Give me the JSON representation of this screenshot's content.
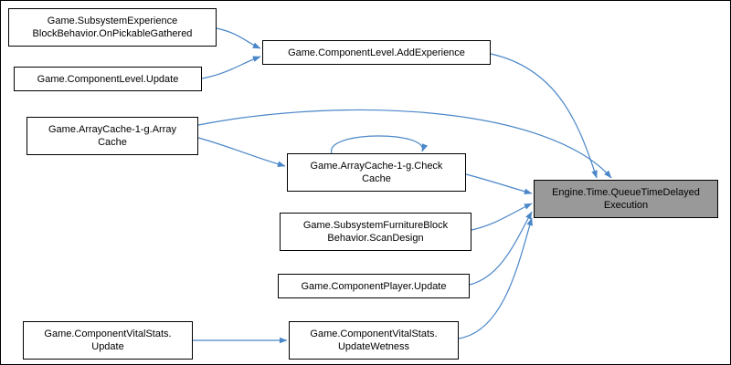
{
  "diagram": {
    "type": "call-graph",
    "nodes": [
      {
        "id": "OnPickableGathered",
        "lines": [
          "Game.SubsystemExperience",
          "BlockBehavior.OnPickableGathered"
        ],
        "highlighted": false
      },
      {
        "id": "ComponentLevelUpdate",
        "lines": [
          "Game.ComponentLevel.Update"
        ],
        "highlighted": false
      },
      {
        "id": "ArrayCache",
        "lines": [
          "Game.ArrayCache-1-g.Array",
          "Cache"
        ],
        "highlighted": false
      },
      {
        "id": "ComponentVitalStatsUpdate",
        "lines": [
          "Game.ComponentVitalStats.",
          "Update"
        ],
        "highlighted": false
      },
      {
        "id": "AddExperience",
        "lines": [
          "Game.ComponentLevel.AddExperience"
        ],
        "highlighted": false
      },
      {
        "id": "CheckCache",
        "lines": [
          "Game.ArrayCache-1-g.Check",
          "Cache"
        ],
        "highlighted": false
      },
      {
        "id": "ScanDesign",
        "lines": [
          "Game.SubsystemFurnitureBlock",
          "Behavior.ScanDesign"
        ],
        "highlighted": false
      },
      {
        "id": "ComponentPlayerUpdate",
        "lines": [
          "Game.ComponentPlayer.Update"
        ],
        "highlighted": false
      },
      {
        "id": "UpdateWetness",
        "lines": [
          "Game.ComponentVitalStats.",
          "UpdateWetness"
        ],
        "highlighted": false
      },
      {
        "id": "QueueTimeDelayedExecution",
        "lines": [
          "Engine.Time.QueueTimeDelayed",
          "Execution"
        ],
        "highlighted": true
      }
    ],
    "edges": [
      {
        "from": "OnPickableGathered",
        "to": "AddExperience"
      },
      {
        "from": "ComponentLevelUpdate",
        "to": "AddExperience"
      },
      {
        "from": "AddExperience",
        "to": "QueueTimeDelayedExecution"
      },
      {
        "from": "ArrayCache",
        "to": "CheckCache"
      },
      {
        "from": "ArrayCache",
        "to": "QueueTimeDelayedExecution"
      },
      {
        "from": "CheckCache",
        "to": "CheckCache"
      },
      {
        "from": "CheckCache",
        "to": "QueueTimeDelayedExecution"
      },
      {
        "from": "ScanDesign",
        "to": "QueueTimeDelayedExecution"
      },
      {
        "from": "ComponentPlayerUpdate",
        "to": "QueueTimeDelayedExecution"
      },
      {
        "from": "ComponentVitalStatsUpdate",
        "to": "UpdateWetness"
      },
      {
        "from": "UpdateWetness",
        "to": "QueueTimeDelayedExecution"
      }
    ]
  },
  "theme": {
    "edgeColor": "#4a86c8",
    "highlightFill": "#999999",
    "nodeBorder": "#000000",
    "background": "#ffffff"
  }
}
